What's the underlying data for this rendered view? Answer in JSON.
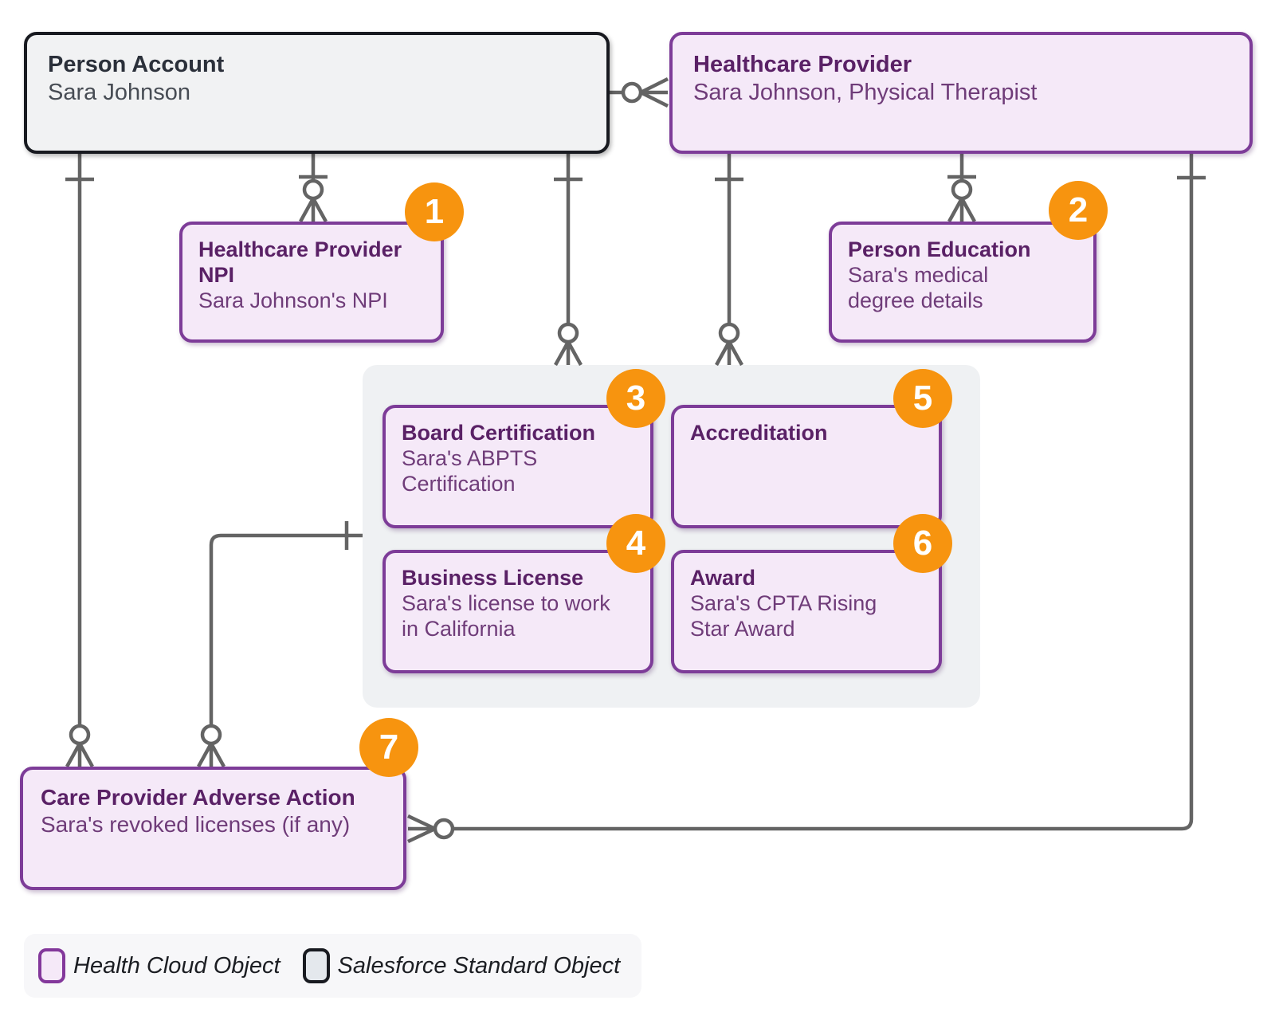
{
  "diagram": {
    "boxes": {
      "person_account": {
        "title": "Person Account",
        "subtitle": "Sara Johnson",
        "style": "salesforce-standard"
      },
      "healthcare_provider": {
        "title": "Healthcare Provider",
        "subtitle": "Sara Johnson, Physical Therapist",
        "style": "health-cloud"
      },
      "healthcare_provider_npi": {
        "title": "Healthcare Provider\nNPI",
        "subtitle": "Sara Johnson's NPI",
        "badge": "1",
        "style": "health-cloud"
      },
      "person_education": {
        "title": "Person Education",
        "subtitle": "Sara's medical\ndegree details",
        "badge": "2",
        "style": "health-cloud"
      },
      "board_certification": {
        "title": "Board Certification",
        "subtitle": "Sara's ABPTS\nCertification",
        "badge": "3",
        "style": "health-cloud"
      },
      "business_license": {
        "title": "Business License",
        "subtitle": "Sara's license to work\nin California",
        "badge": "4",
        "style": "health-cloud"
      },
      "accreditation": {
        "title": "Accreditation",
        "subtitle": "",
        "badge": "5",
        "style": "health-cloud"
      },
      "award": {
        "title": "Award",
        "subtitle": "Sara's CPTA Rising\nStar Award",
        "badge": "6",
        "style": "health-cloud"
      },
      "care_provider_adverse_action": {
        "title": "Care Provider Adverse Action",
        "subtitle": "Sara's revoked licenses (if any)",
        "badge": "7",
        "style": "health-cloud"
      }
    },
    "legend": {
      "items": [
        {
          "label": "Health Cloud Object",
          "swatch": "health-cloud"
        },
        {
          "label": "Salesforce Standard Object",
          "swatch": "salesforce-standard"
        }
      ]
    },
    "colors": {
      "health_cloud_border": "#7d3c98",
      "health_cloud_fill": "#f5e9f8",
      "standard_border": "#181a20",
      "standard_fill": "#f1f2f3",
      "badge_orange": "#f7940f",
      "connector_gray": "#646464"
    }
  }
}
